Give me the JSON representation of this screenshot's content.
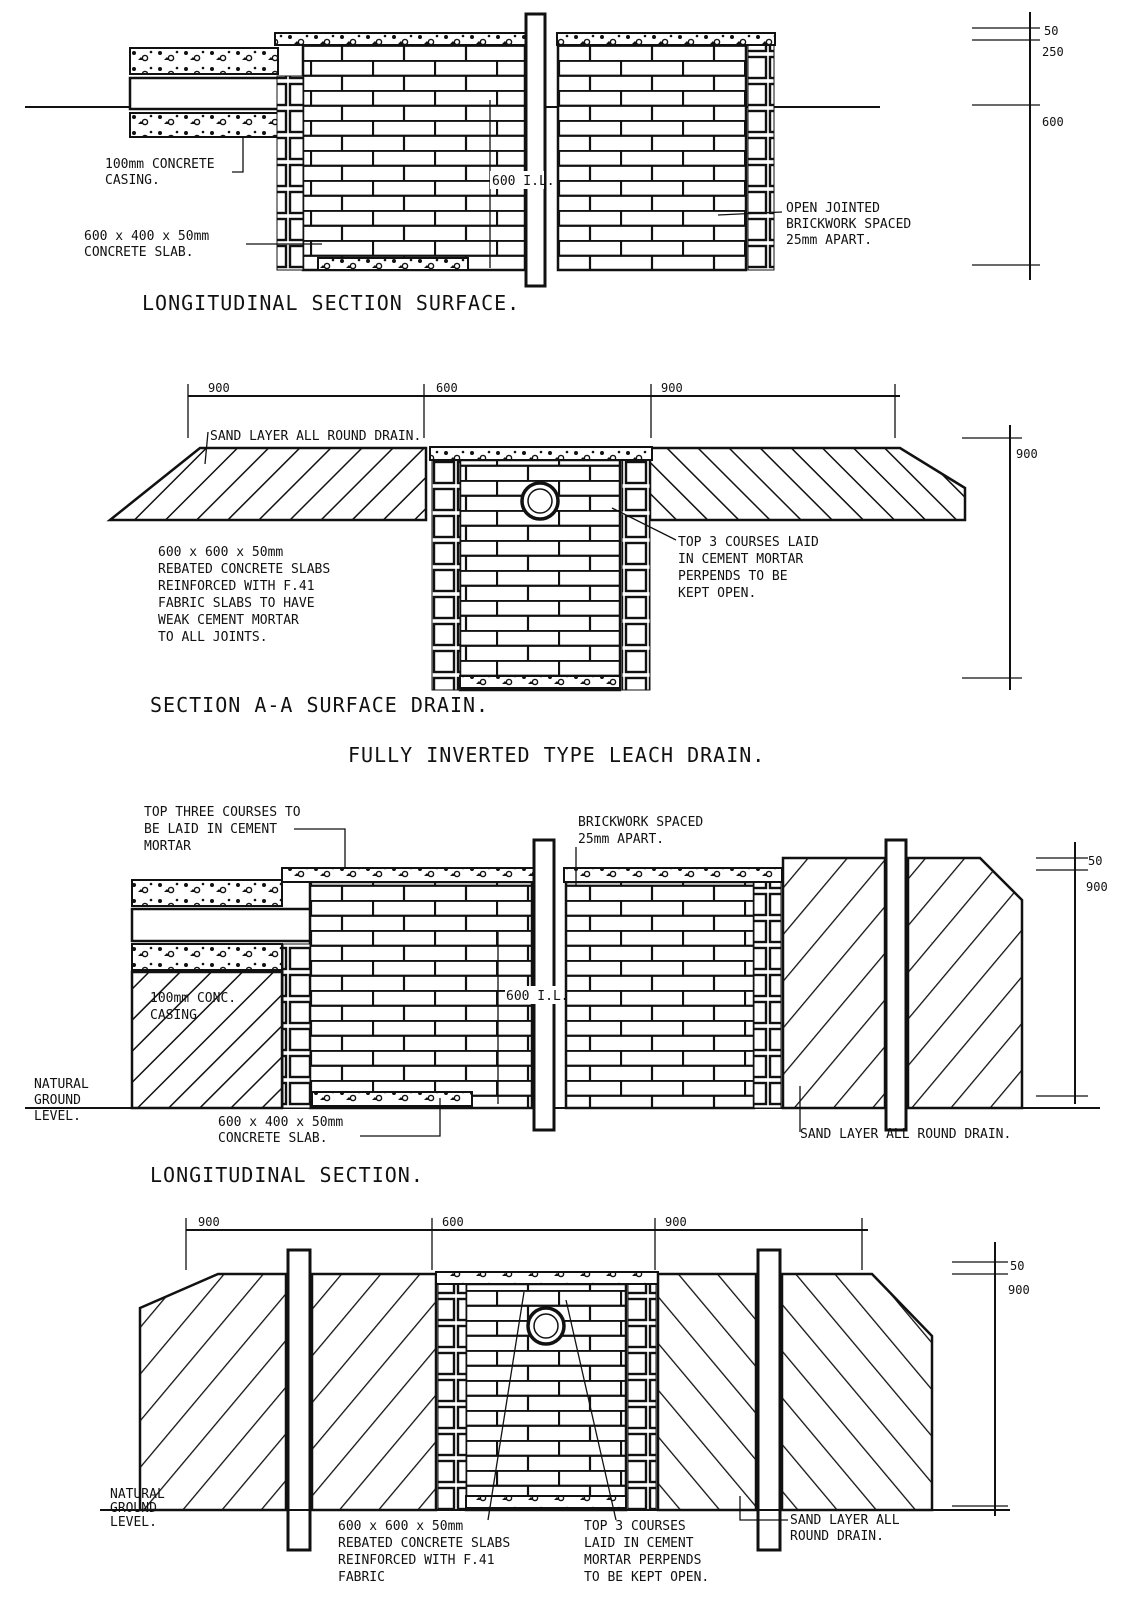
{
  "main_title": "FULLY INVERTED TYPE LEACH DRAIN.",
  "section1": {
    "title": "LONGITUDINAL SECTION SURFACE.",
    "casing_label": [
      "100mm CONCRETE",
      "CASING."
    ],
    "slab_label": [
      "600 x 400 x 50mm",
      "CONCRETE SLAB."
    ],
    "il_label": "600 I.L.",
    "open_joint_label": [
      "OPEN JOINTED",
      "BRICKWORK SPACED",
      "25mm APART."
    ],
    "dims": [
      "50",
      "250",
      "600"
    ]
  },
  "section2": {
    "title": "SECTION A-A SURFACE DRAIN.",
    "top_dims": [
      "900",
      "600",
      "900"
    ],
    "right_dim": "900",
    "sand_label": "SAND LAYER ALL ROUND DRAIN.",
    "slab_label": [
      "600 x 600 x 50mm",
      "REBATED CONCRETE SLABS",
      "REINFORCED WITH F.41",
      "FABRIC SLABS TO HAVE",
      "WEAK CEMENT MORTAR",
      "TO ALL JOINTS."
    ],
    "courses_label": [
      "TOP 3 COURSES LAID",
      "IN CEMENT MORTAR",
      "PERPENDS TO BE",
      "KEPT OPEN."
    ]
  },
  "section3": {
    "title": "LONGITUDINAL SECTION.",
    "top_courses_label": [
      "TOP THREE COURSES TO",
      "BE LAID IN CEMENT",
      "MORTAR"
    ],
    "spacing_label": [
      "BRICKWORK SPACED",
      "25mm APART."
    ],
    "casing_label": [
      "100mm CONC.",
      "CASING"
    ],
    "il_label": "600 I.L.",
    "ground_label": [
      "NATURAL",
      "GROUND",
      "LEVEL."
    ],
    "slab_label": [
      "600 x 400 x 50mm",
      "CONCRETE SLAB."
    ],
    "sand_label": "SAND LAYER ALL ROUND DRAIN.",
    "dims": [
      "50",
      "900"
    ]
  },
  "section4": {
    "top_dims": [
      "900",
      "600",
      "900"
    ],
    "right_dims": [
      "50",
      "900"
    ],
    "ground_label": [
      "NATURAL",
      "GROUND",
      "LEVEL."
    ],
    "slab_label": [
      "600 x 600 x 50mm",
      "REBATED CONCRETE SLABS",
      "REINFORCED WITH F.41",
      "FABRIC"
    ],
    "courses_label": [
      "TOP 3 COURSES",
      "LAID IN CEMENT",
      "MORTAR PERPENDS",
      "TO BE KEPT OPEN."
    ],
    "sand_label": [
      "SAND LAYER ALL",
      "ROUND DRAIN."
    ]
  }
}
